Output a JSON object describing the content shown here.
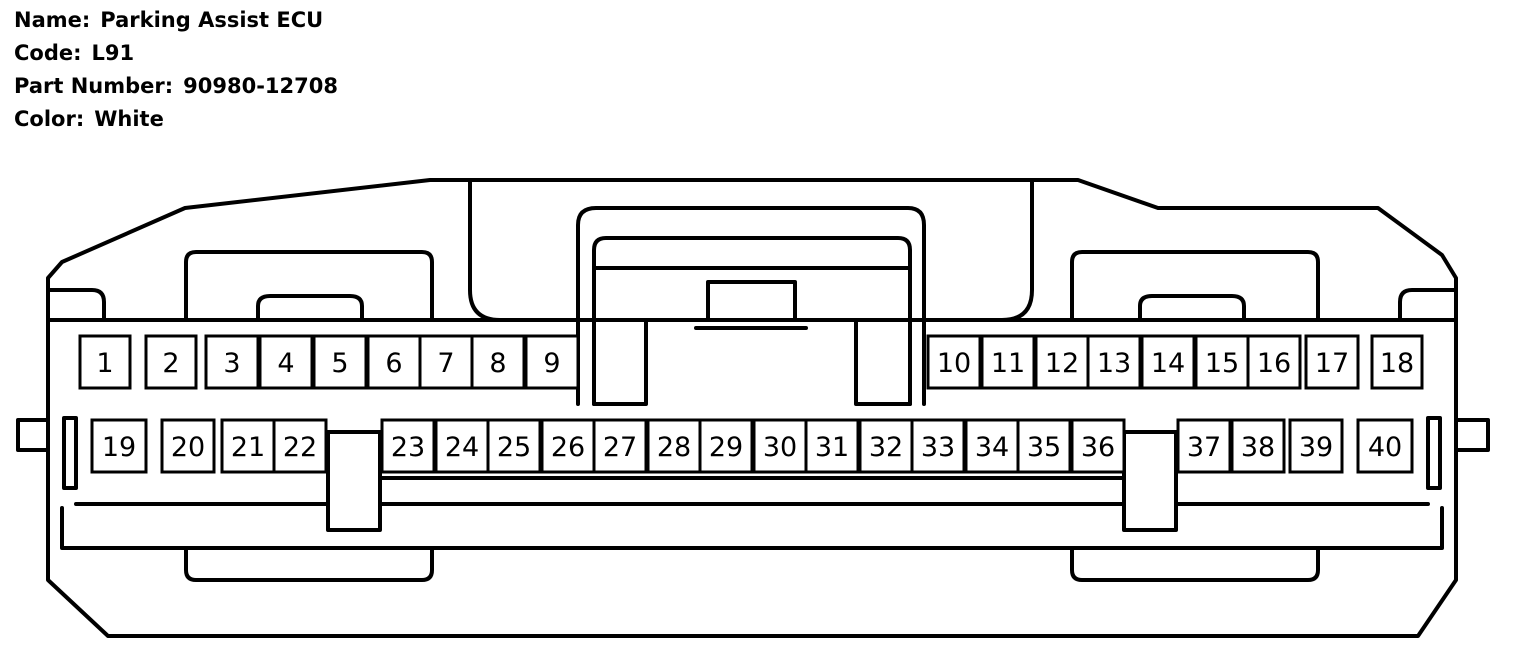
{
  "connector_info": {
    "name_label": "Name:",
    "name_value": "Parking Assist ECU",
    "code_label": "Code:",
    "code_value": "L91",
    "part_label": "Part Number:",
    "part_value": "90980-12708",
    "color_label": "Color:",
    "color_value": "White"
  },
  "pins_top": [
    "1",
    "2",
    "3",
    "4",
    "5",
    "6",
    "7",
    "8",
    "9",
    "10",
    "11",
    "12",
    "13",
    "14",
    "15",
    "16",
    "17",
    "18"
  ],
  "pins_bottom": [
    "19",
    "20",
    "21",
    "22",
    "23",
    "24",
    "25",
    "26",
    "27",
    "28",
    "29",
    "30",
    "31",
    "32",
    "33",
    "34",
    "35",
    "36",
    "37",
    "38",
    "39",
    "40"
  ]
}
